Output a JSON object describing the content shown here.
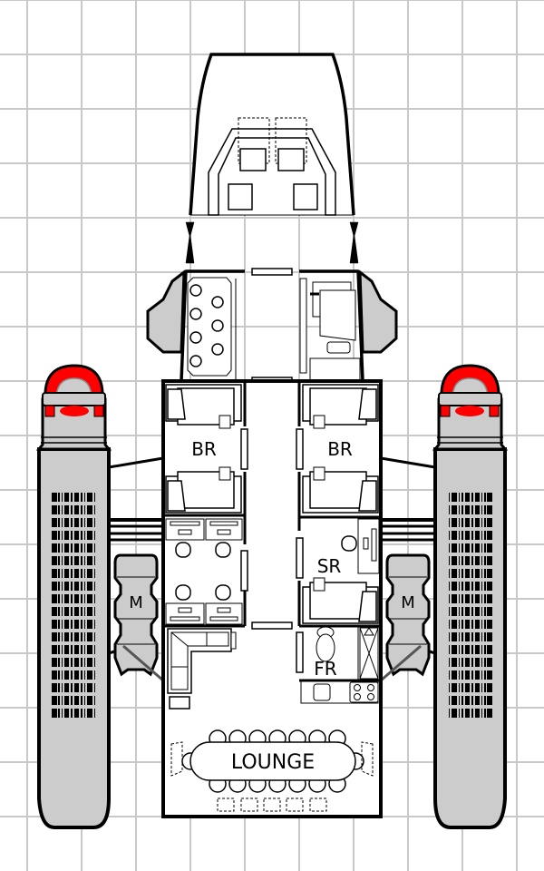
{
  "rooms": {
    "bedroom_left": "BR",
    "bedroom_right": "BR",
    "single_room": "SR",
    "fresher": "FR",
    "lounge": "LOUNGE"
  },
  "modules": {
    "left": "M",
    "right": "M"
  },
  "colors": {
    "hull_fill": "#cccccc",
    "accent_red": "#ff0000",
    "grid": "#c8c8c8",
    "line": "#000000"
  }
}
